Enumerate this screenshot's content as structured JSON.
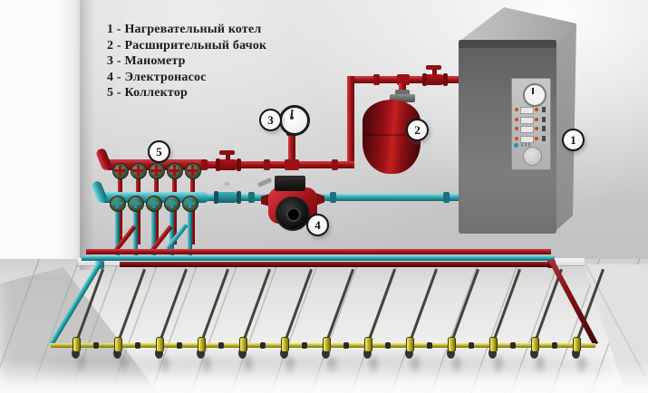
{
  "legend": {
    "items": [
      {
        "number": "1",
        "name": "Нагревательный котел",
        "text": "1 - Нагревательный котел"
      },
      {
        "number": "2",
        "name": "Расширительный бачок",
        "text": "2 - Расширительный бачок"
      },
      {
        "number": "3",
        "name": "Манометр",
        "text": "3 - Манометр"
      },
      {
        "number": "4",
        "name": "Электронасос",
        "text": "4 - Электронасос"
      },
      {
        "number": "5",
        "name": "Коллектор",
        "text": "5 - Коллектор"
      }
    ]
  },
  "callouts": [
    {
      "number": "1",
      "component": "heating-boiler"
    },
    {
      "number": "2",
      "component": "expansion-tank"
    },
    {
      "number": "3",
      "component": "manometer"
    },
    {
      "number": "4",
      "component": "electric-pump"
    },
    {
      "number": "5",
      "component": "collector-manifold"
    }
  ],
  "components": {
    "boiler": "Нагревательный котел",
    "expansion_tank": "Расширительный бачок",
    "manometer": "Манометр",
    "pump": "Электронасос",
    "collector": "Коллектор"
  },
  "floor": {
    "loop_count": 13
  },
  "manifold": {
    "outlet_count": 5
  },
  "colors": {
    "supply_pipe_red": "#a8141a",
    "return_pipe_cyan": "#2fa9b5",
    "floor_manifold_yellow": "#beb526",
    "floor_loop_dark": "#44423e",
    "expansion_tank": "#8c1014",
    "boiler_body": "#6e6e6e",
    "wall": "#cfcfcf",
    "floor": "#e6e6e4"
  }
}
